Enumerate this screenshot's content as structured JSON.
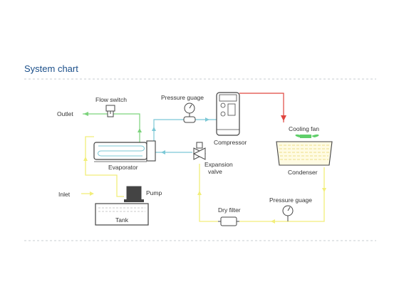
{
  "header": {
    "title": "System chart"
  },
  "labels": {
    "flow_switch": "Flow switch",
    "outlet": "Outlet",
    "pressure_gauge_top": "Pressure guage",
    "compressor": "Compressor",
    "cooling_fan": "Cooling fan",
    "condenser": "Condenser",
    "evaporator": "Evaporator",
    "expansion_valve_1": "Expansion",
    "expansion_valve_2": "valve",
    "pump": "Pump",
    "inlet": "Inlet",
    "tank": "Tank",
    "dry_filter": "Dry filter",
    "pressure_gauge_bottom": "Pressure guage"
  },
  "colors": {
    "title": "#1b4f8a",
    "hot_line": "#e0463f",
    "cold_line": "#7cc8d6",
    "water_line": "#f2ee7a",
    "outlet_arrow": "#7cd37c",
    "fan": "#5fcf6a",
    "divider": "#c7ccd1"
  }
}
